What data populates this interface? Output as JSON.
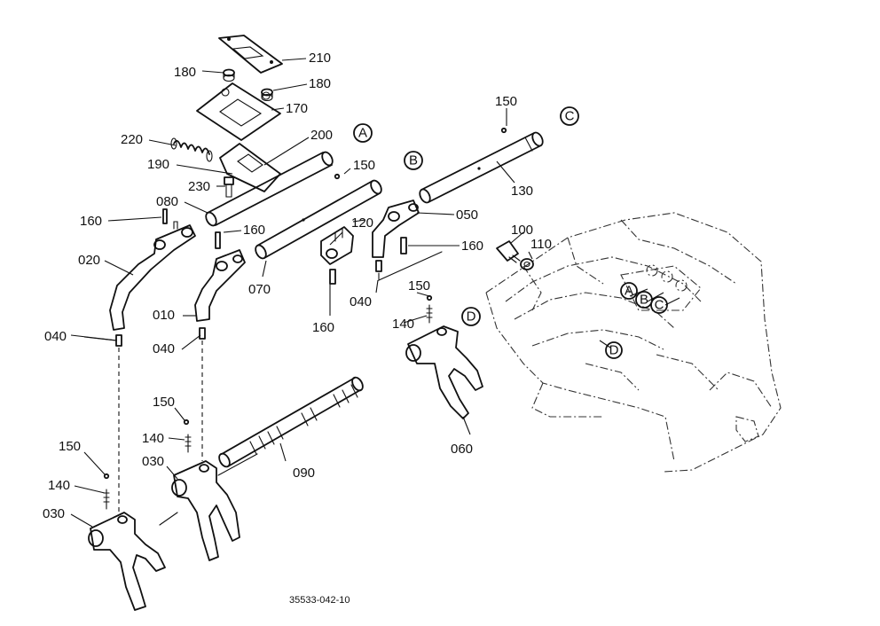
{
  "figure": {
    "code": "35533-042-10",
    "part_labels": [
      "210",
      "180",
      "180",
      "170",
      "220",
      "200",
      "190",
      "150",
      "230",
      "080",
      "160",
      "160",
      "120",
      "050",
      "150",
      "130",
      "100",
      "110",
      "020",
      "070",
      "160",
      "040",
      "010",
      "160",
      "040",
      "150",
      "140",
      "040",
      "150",
      "140",
      "090",
      "060",
      "150",
      "030",
      "140",
      "030"
    ],
    "circle_refs": [
      "A",
      "B",
      "C",
      "D",
      "A",
      "B",
      "C",
      "D"
    ]
  }
}
